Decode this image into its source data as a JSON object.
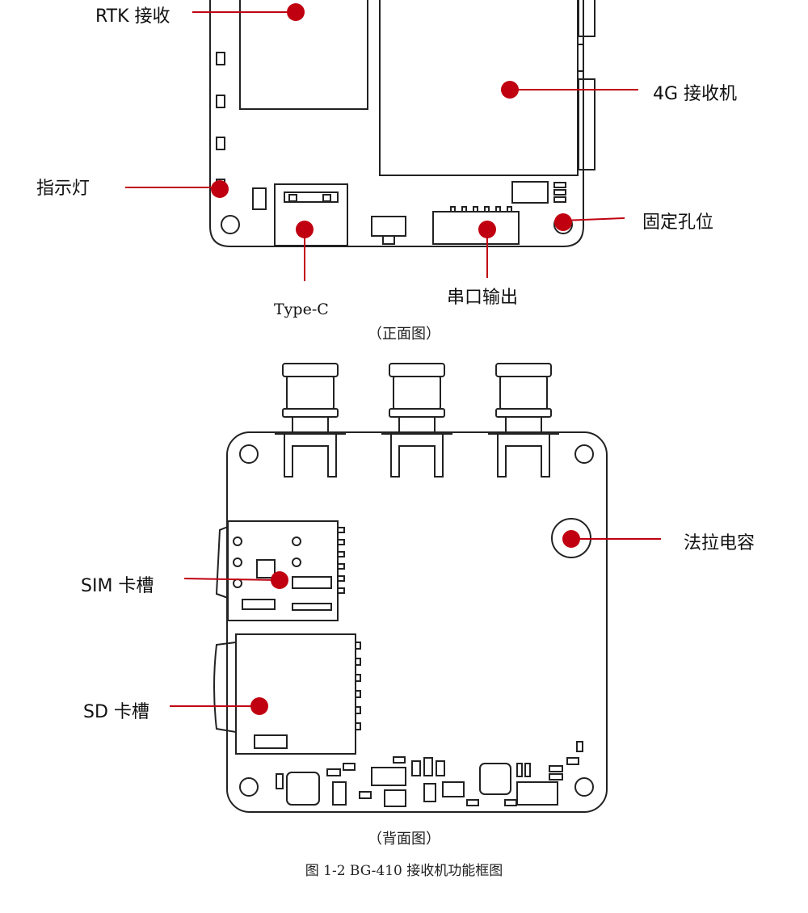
{
  "labels": {
    "rtk": "RTK 接收",
    "fourg": "4G 接收机",
    "indicator": "指示灯",
    "mount_hole": "固定孔位",
    "typec": "Type-C",
    "serial": "串口输出",
    "farad_cap": "法拉电容",
    "sim_slot": "SIM 卡槽",
    "sd_slot": "SD 卡槽"
  },
  "captions": {
    "front": "（正面图）",
    "back": "（背面图）",
    "figure": "图 1-2 BG-410 接收机功能框图"
  },
  "colors": {
    "marker": "#c00010",
    "outline": "#222222"
  }
}
